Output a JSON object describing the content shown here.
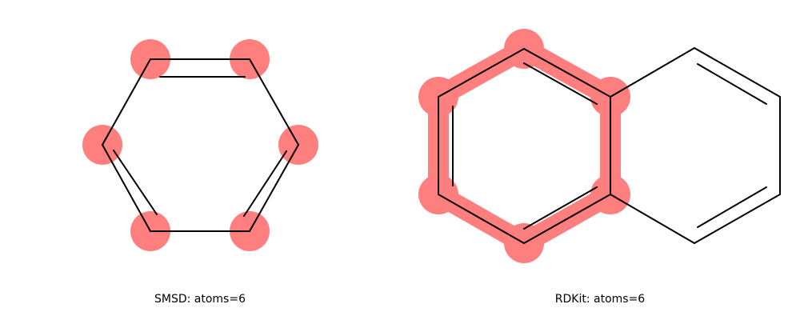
{
  "highlight_color": "#FF7F7F",
  "bond_color": "#000000",
  "panels": [
    {
      "caption": "SMSD: atoms=6",
      "molecule": "benzene",
      "highlighted_atoms": 6,
      "highlighted_bonds": 0
    },
    {
      "caption": "RDKit: atoms=6",
      "molecule": "naphthalene",
      "highlighted_atoms": 6,
      "highlighted_bonds": 6
    }
  ]
}
